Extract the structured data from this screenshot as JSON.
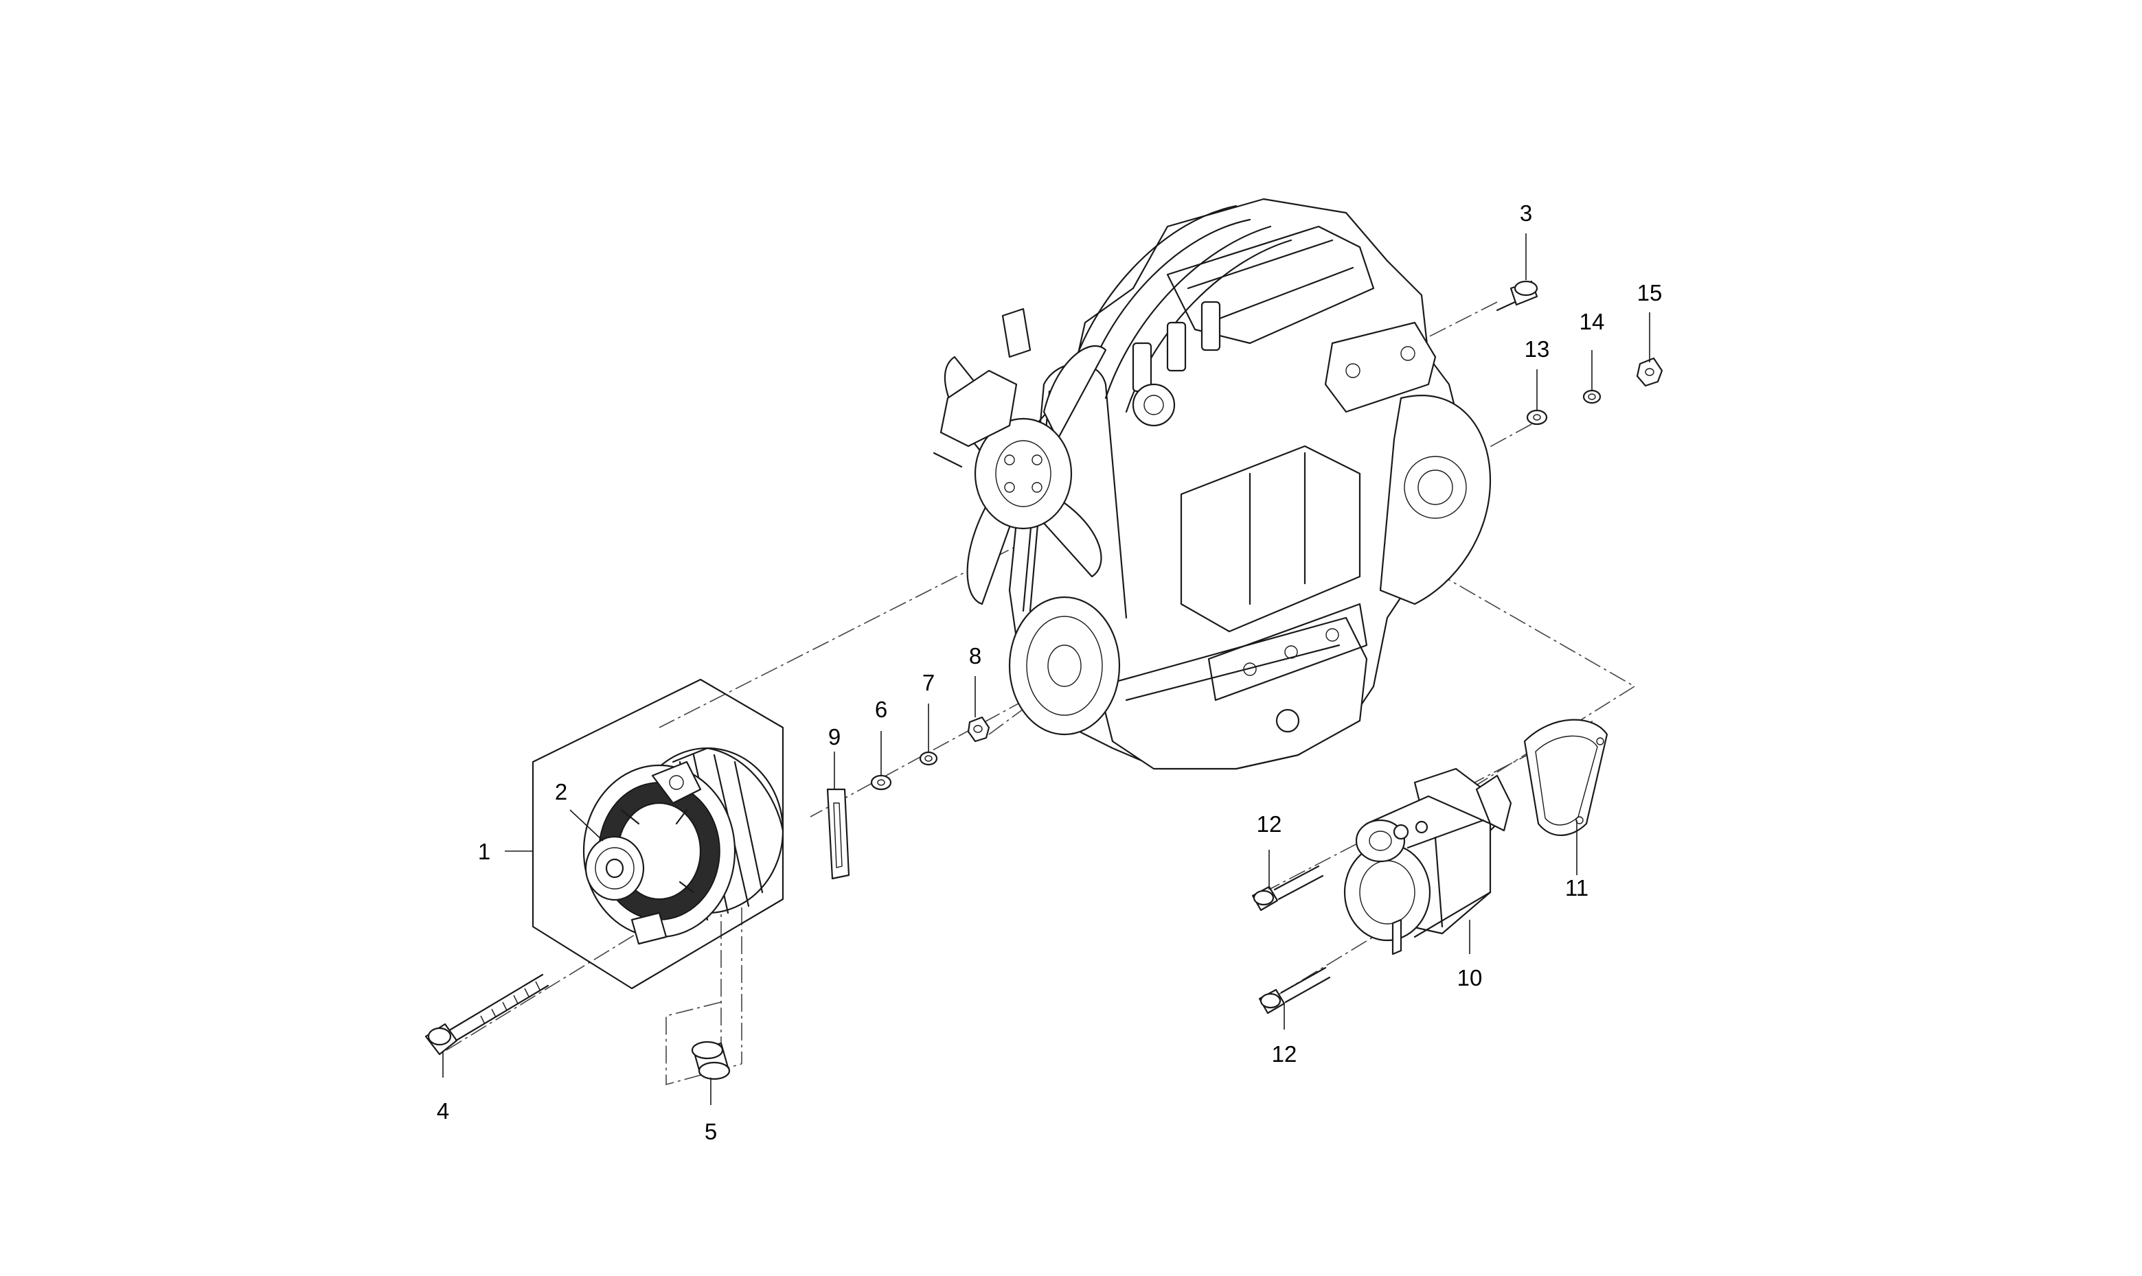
{
  "callouts": [
    {
      "id": "1",
      "label": "1"
    },
    {
      "id": "2",
      "label": "2"
    },
    {
      "id": "3",
      "label": "3"
    },
    {
      "id": "4",
      "label": "4"
    },
    {
      "id": "5",
      "label": "5"
    },
    {
      "id": "6",
      "label": "6"
    },
    {
      "id": "7",
      "label": "7"
    },
    {
      "id": "8",
      "label": "8"
    },
    {
      "id": "9",
      "label": "9"
    },
    {
      "id": "10",
      "label": "10"
    },
    {
      "id": "11",
      "label": "11"
    },
    {
      "id": "12a",
      "label": "12"
    },
    {
      "id": "12b",
      "label": "12"
    },
    {
      "id": "13",
      "label": "13"
    },
    {
      "id": "14",
      "label": "14"
    },
    {
      "id": "15",
      "label": "15"
    }
  ],
  "colors": {
    "line": "#1a1a1a",
    "background": "#ffffff"
  }
}
